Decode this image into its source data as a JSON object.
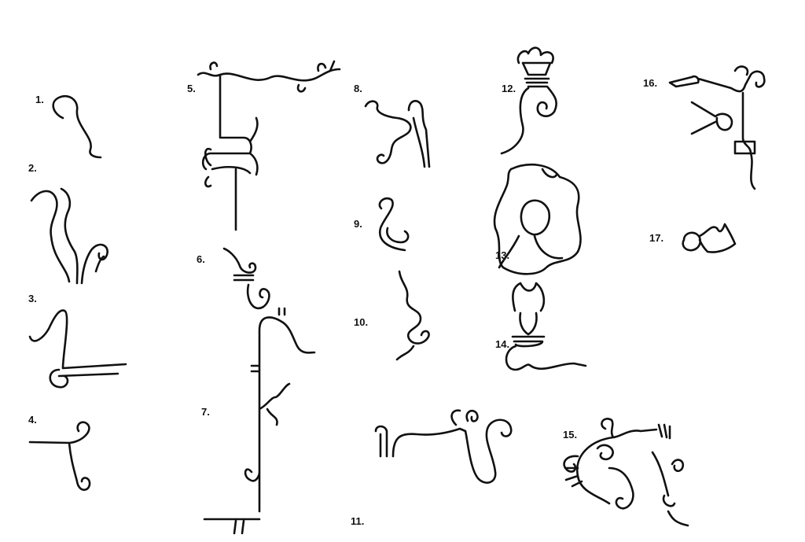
{
  "figure_labels": [
    "1.",
    "2.",
    "3.",
    "4.",
    "5.",
    "6.",
    "7.",
    "8.",
    "9.",
    "10.",
    "11.",
    "12.",
    "13.",
    "14.",
    "15.",
    "16.",
    "17."
  ]
}
